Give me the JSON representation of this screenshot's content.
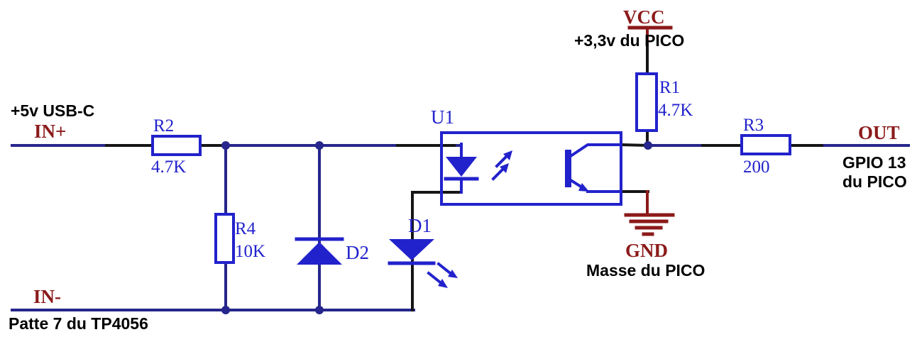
{
  "colors": {
    "component_blue": "#2222cc",
    "wire_blue": "#26268c",
    "wire_dark": "#151515",
    "power_red": "#8b1a1a",
    "text_black": "#000000",
    "background": "#ffffff"
  },
  "nets": {
    "in_plus": {
      "name": "IN+",
      "note": "+5v USB-C"
    },
    "in_minus": {
      "name": "IN-",
      "note": "Patte 7 du TP4056"
    },
    "vcc": {
      "name": "VCC",
      "note": "+3,3v du PICO"
    },
    "gnd": {
      "name": "GND",
      "note": "Masse du PICO"
    },
    "out": {
      "name": "OUT",
      "note_line1": "GPIO 13",
      "note_line2": "du PICO"
    }
  },
  "components": {
    "r1": {
      "ref": "R1",
      "value": "4.7K"
    },
    "r2": {
      "ref": "R2",
      "value": "4.7K"
    },
    "r3": {
      "ref": "R3",
      "value": "200"
    },
    "r4": {
      "ref": "R4",
      "value": "10K"
    },
    "d1": {
      "ref": "D1"
    },
    "d2": {
      "ref": "D2"
    },
    "u1": {
      "ref": "U1"
    }
  }
}
